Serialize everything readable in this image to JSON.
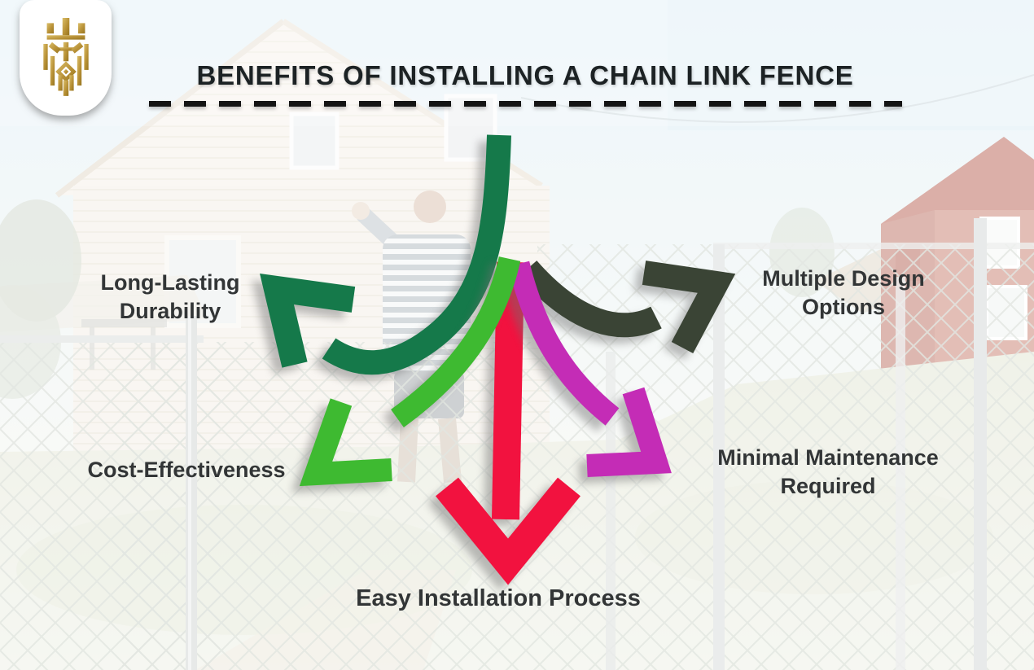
{
  "header": {
    "title": "BENEFITS OF INSTALLING A CHAIN LINK FENCE",
    "title_color": "#1c2224",
    "underline_style": "black-dashed-line"
  },
  "logo": {
    "icon": "gold-lion-crest-icon",
    "gold_color": "#c2a04a",
    "badge_background": "#ffffff"
  },
  "benefits": [
    {
      "id": "long-lasting-durability",
      "label": "Long-Lasting\nDurability",
      "arrow_color": "#15794a",
      "arrow_direction": "upper-left"
    },
    {
      "id": "multiple-design-options",
      "label": "Multiple Design\nOptions",
      "arrow_color": "#3a4435",
      "arrow_direction": "upper-right"
    },
    {
      "id": "cost-effectiveness",
      "label": "Cost-Effectiveness",
      "arrow_color": "#3eba31",
      "arrow_direction": "lower-left"
    },
    {
      "id": "minimal-maintenance-required",
      "label": "Minimal Maintenance\nRequired",
      "arrow_color": "#c42cb6",
      "arrow_direction": "lower-right"
    },
    {
      "id": "easy-installation-process",
      "label": "Easy Installation Process",
      "arrow_color": "#f2123f",
      "arrow_direction": "down"
    }
  ],
  "label_text_color": "#323536",
  "background": {
    "scene": "faded photo: man installing chain link fence, beige house left, red house right, grass and mesh fence"
  }
}
